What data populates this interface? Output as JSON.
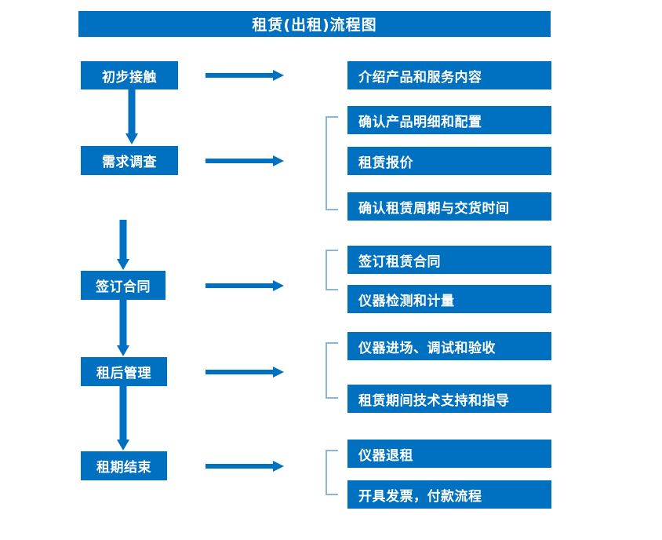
{
  "diagram": {
    "title": "租赁(出租)流程图",
    "accent_color": "#0070c0",
    "bracket_color": "#8ab4d8",
    "text_color": "#ffffff",
    "background_color": "#ffffff",
    "type": "flowchart"
  },
  "stages": [
    {
      "label": "初步接触"
    },
    {
      "label": "需求调查"
    },
    {
      "label": "签订合同"
    },
    {
      "label": "租后管理"
    },
    {
      "label": "租期结束"
    }
  ],
  "details": {
    "group1": [
      {
        "label": "介绍产品和服务内容"
      }
    ],
    "group2": [
      {
        "label": "确认产品明细和配置"
      },
      {
        "label": "租赁报价"
      },
      {
        "label": "确认租赁周期与交货时间"
      }
    ],
    "group3": [
      {
        "label": "签订租赁合同"
      },
      {
        "label": "仪器检测和计量"
      }
    ],
    "group4": [
      {
        "label": "仪器进场、调试和验收"
      },
      {
        "label": "租赁期间技术支持和指导"
      }
    ],
    "group5": [
      {
        "label": "仪器退租"
      },
      {
        "label": "开具发票，付款流程"
      }
    ]
  },
  "connectors": {
    "horizontal_arrow_name": "right-arrow-icon",
    "vertical_arrow_name": "down-arrow-icon",
    "bracket_name": "group-bracket"
  }
}
